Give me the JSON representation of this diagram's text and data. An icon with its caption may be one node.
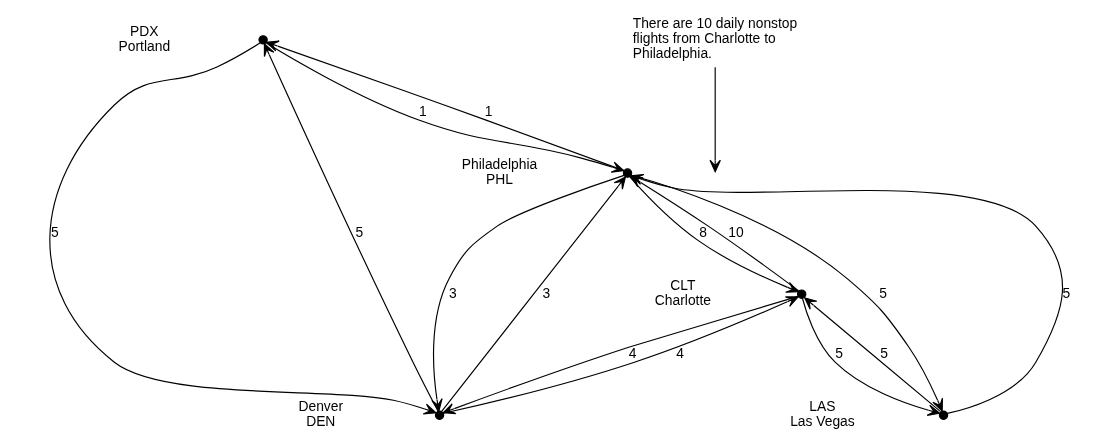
{
  "diagram": {
    "nodes": [
      {
        "text": [],
        "shape": "circle",
        "beside": [
          "PDX",
          "Portland"
        ]
      },
      {
        "text": [],
        "shape": "circle",
        "beside": [
          "Philadelphia",
          "PHL"
        ]
      },
      {
        "text": [],
        "shape": "circle",
        "beside": [
          "Denver",
          "DEN"
        ]
      },
      {
        "text": [],
        "shape": "circle",
        "beside": [
          "LAS",
          "Las Vegas"
        ]
      },
      {
        "text": [],
        "shape": "circle",
        "beside": [
          "CLT",
          "Charlotte"
        ]
      },
      {
        "text": [
          "There are 10 daily nonstop flights from Charlotte to Philadelphia."
        ]
      }
    ],
    "edges": [
      {
        "from": 1,
        "to": 0,
        "arrow": "to",
        "label": "1"
      },
      {
        "from": 0,
        "to": 1,
        "arrow": "to",
        "label": "1"
      },
      {
        "from": 0,
        "to": 2,
        "arrow": "to",
        "label": "5"
      },
      {
        "from": 2,
        "to": 0,
        "arrow": "to",
        "label": "5"
      },
      {
        "from": 1,
        "to": 2,
        "arrow": "to",
        "label": "3"
      },
      {
        "from": 2,
        "to": 1,
        "arrow": "to",
        "label": "3"
      },
      {
        "from": 3,
        "to": 1,
        "arrow": "to",
        "label": "5"
      },
      {
        "from": 1,
        "to": 3,
        "arrow": "to",
        "label": "5"
      },
      {
        "from": 2,
        "to": 4,
        "arrow": "to",
        "label": "4"
      },
      {
        "from": 4,
        "to": 2,
        "arrow": "to",
        "label": "4"
      },
      {
        "from": 4,
        "to": 1,
        "arrow": "to",
        "label": "10"
      },
      {
        "from": 1,
        "to": 4,
        "arrow": "to",
        "label": "8"
      },
      {
        "from": 3,
        "to": 4,
        "arrow": "to",
        "label": "5"
      },
      {
        "from": 4,
        "to": 3,
        "arrow": "to",
        "label": "5"
      },
      {
        "from": 5,
        "to": null,
        "arrow": "to"
      }
    ]
  }
}
